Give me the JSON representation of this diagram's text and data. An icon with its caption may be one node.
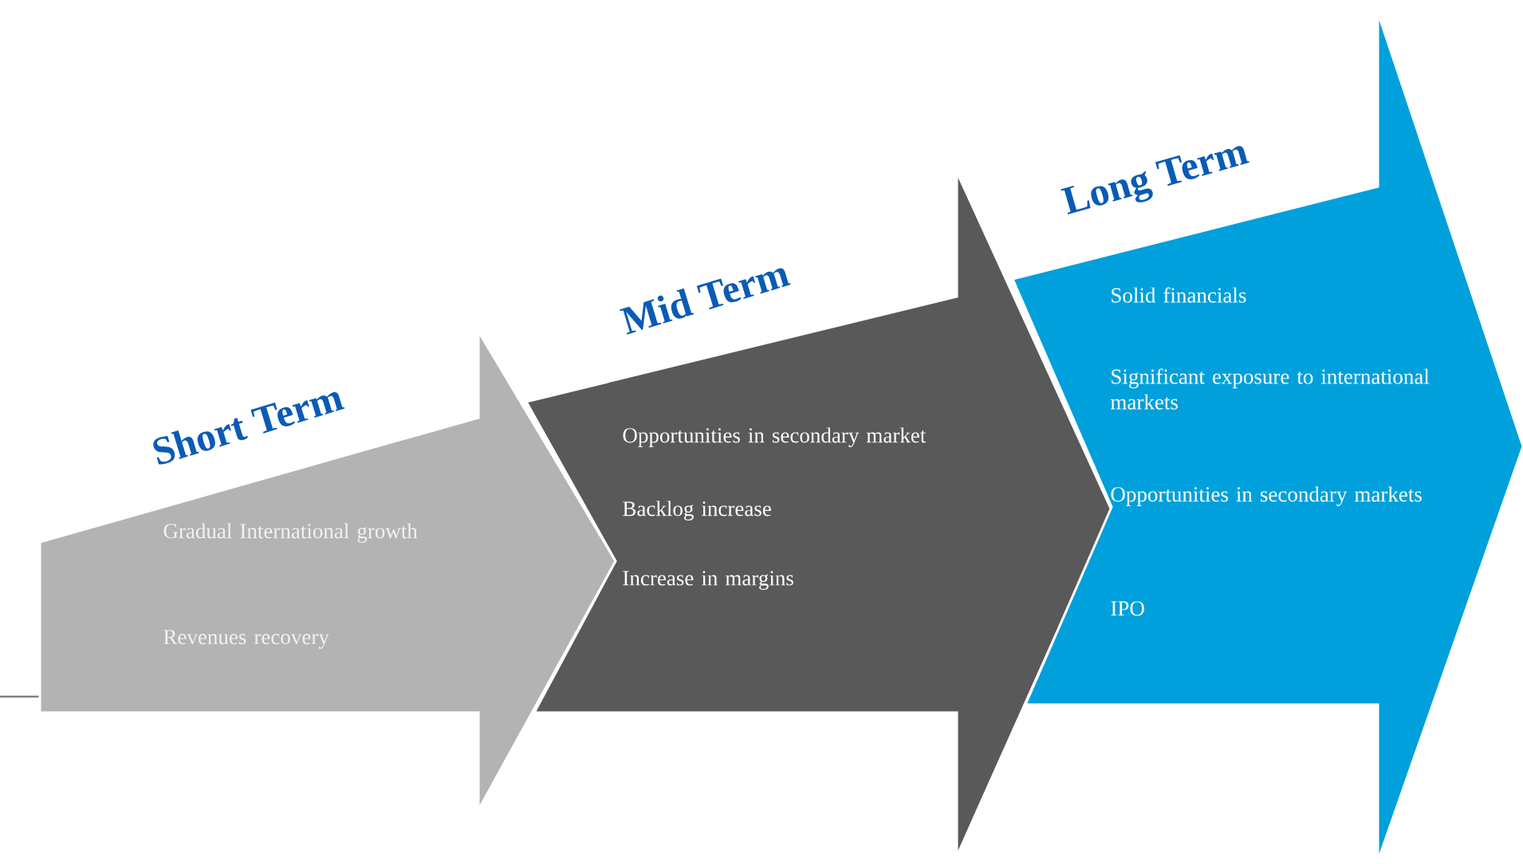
{
  "diagram": {
    "nodes": [
      {
        "text": [
          "Short Term",
          "Gradual International growth",
          "Revenues recovery"
        ]
      },
      {
        "text": [
          "Mid Term",
          "Opportunities in secondary market",
          "Backlog increase",
          "Increase in margins"
        ]
      },
      {
        "text": [
          "Long Term",
          "Solid financials",
          "Significant exposure to international markets",
          "Opportunities in secondary markets",
          "IPO"
        ]
      }
    ]
  }
}
